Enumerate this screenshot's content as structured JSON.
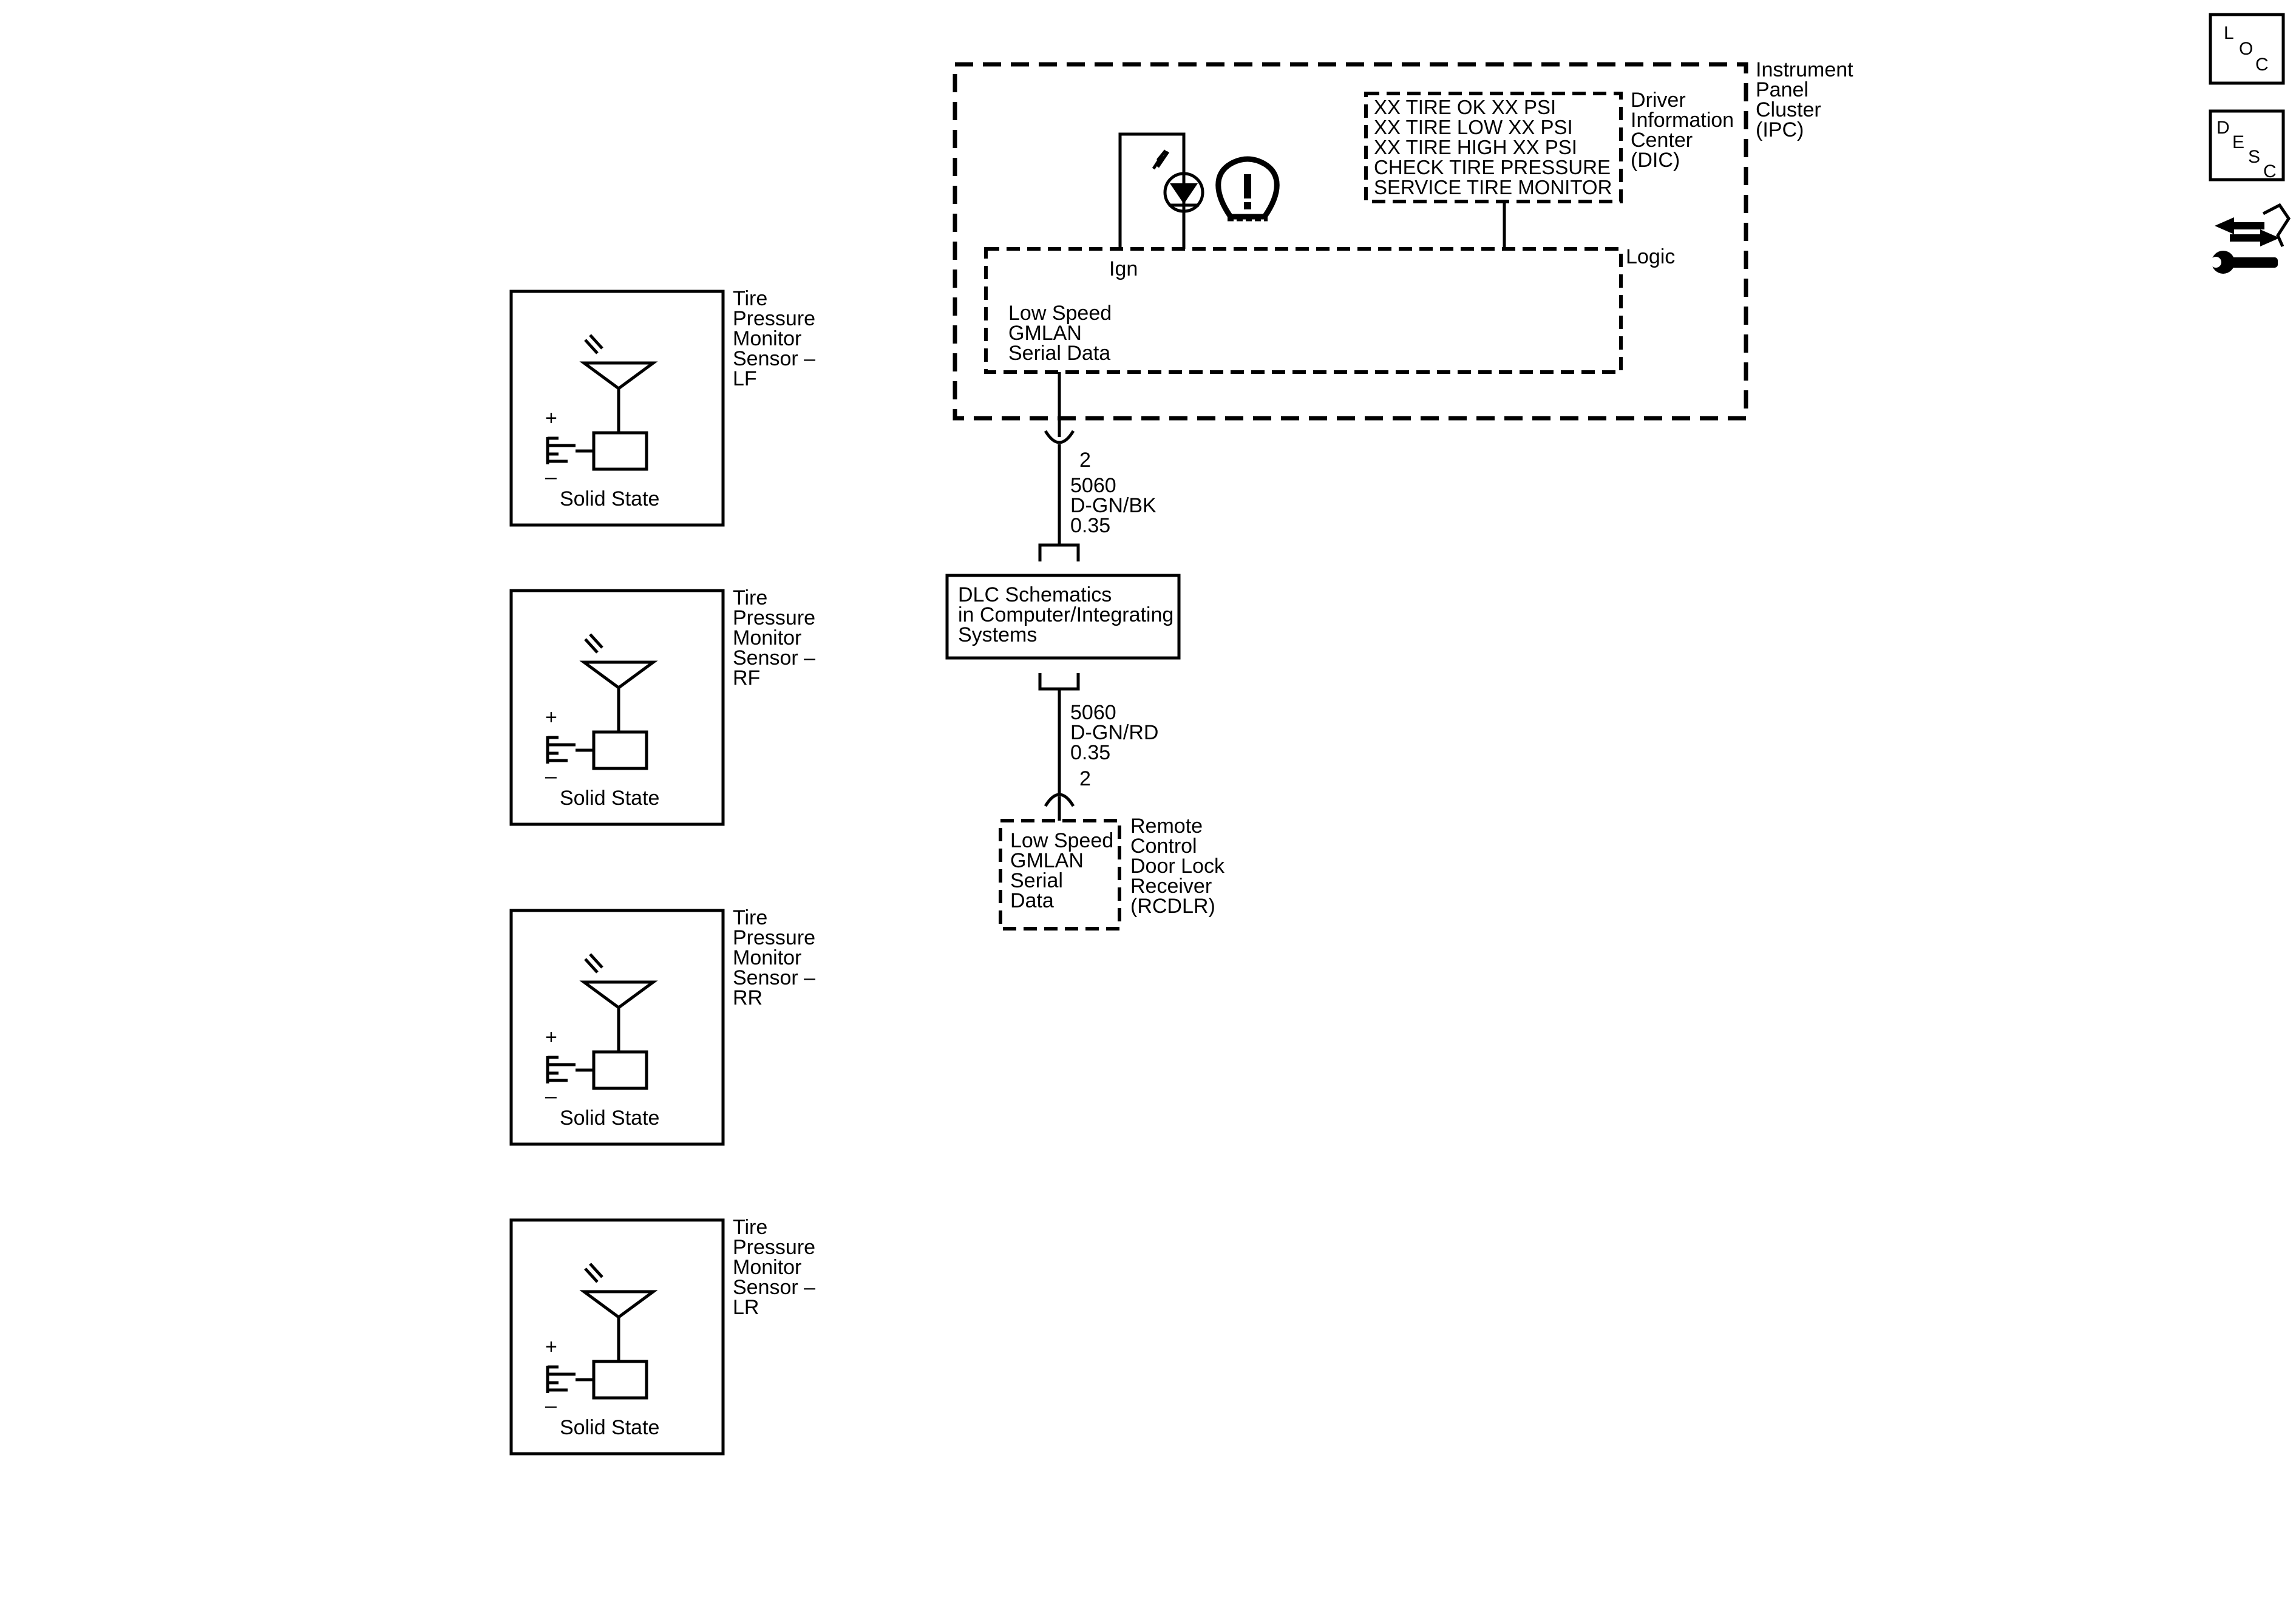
{
  "ipc": {
    "name_lines": [
      "Instrument",
      "Panel",
      "Cluster",
      "(IPC)"
    ],
    "logic_label": "Logic",
    "ign_label": "Ign",
    "serial_lines": [
      "Low Speed",
      "GMLAN",
      "Serial Data"
    ],
    "dic_name_lines": [
      "Driver",
      "Information",
      "Center",
      "(DIC)"
    ],
    "dic_messages": [
      "XX TIRE OK XX PSI",
      "XX TIRE LOW XX PSI",
      "XX TIRE HIGH XX PSI",
      "CHECK TIRE PRESSURE",
      "SERVICE TIRE MONITOR"
    ]
  },
  "wires": {
    "upper": {
      "pin": "2",
      "circuit": "5060",
      "color": "D-GN/BK",
      "gauge": "0.35"
    },
    "lower": {
      "pin": "2",
      "circuit": "5060",
      "color": "D-GN/RD",
      "gauge": "0.35"
    }
  },
  "dlc": {
    "lines": [
      "DLC Schematics",
      "in Computer/Integrating",
      "Systems"
    ]
  },
  "rcdlr": {
    "serial_lines": [
      "Low Speed",
      "GMLAN",
      "Serial",
      "Data"
    ],
    "name_lines": [
      "Remote",
      "Control",
      "Door Lock",
      "Receiver",
      "(RCDLR)"
    ]
  },
  "sensors": [
    {
      "name_lines": [
        "Tire",
        "Pressure",
        "Monitor",
        "Sensor –",
        "LF"
      ],
      "state": "Solid State",
      "plus": "+",
      "minus": "–"
    },
    {
      "name_lines": [
        "Tire",
        "Pressure",
        "Monitor",
        "Sensor –",
        "RF"
      ],
      "state": "Solid State",
      "plus": "+",
      "minus": "–"
    },
    {
      "name_lines": [
        "Tire",
        "Pressure",
        "Monitor",
        "Sensor –",
        "RR"
      ],
      "state": "Solid State",
      "plus": "+",
      "minus": "–"
    },
    {
      "name_lines": [
        "Tire",
        "Pressure",
        "Monitor",
        "Sensor –",
        "LR"
      ],
      "state": "Solid State",
      "plus": "+",
      "minus": "–"
    }
  ],
  "side_icons": {
    "loc": {
      "letters": [
        "L",
        "O",
        "C"
      ],
      "icon": "loc-icon"
    },
    "desc": {
      "letters": [
        "D",
        "E",
        "S",
        "C"
      ],
      "icon": "desc-icon"
    },
    "connector": {
      "icon": "connector-service-icon"
    }
  }
}
